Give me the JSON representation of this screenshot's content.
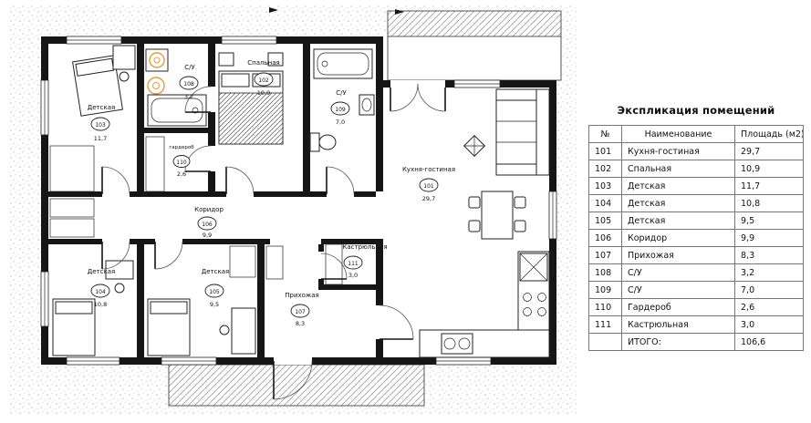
{
  "title": "Экспликация помещений",
  "table": {
    "headers": {
      "num": "№",
      "name": "Наименование",
      "area": "Площадь (м2)"
    },
    "rows": [
      {
        "num": "101",
        "name": "Кухня-гостиная",
        "area": "29,7"
      },
      {
        "num": "102",
        "name": "Спальная",
        "area": "10,9"
      },
      {
        "num": "103",
        "name": "Детская",
        "area": "11,7"
      },
      {
        "num": "104",
        "name": "Детская",
        "area": "10,8"
      },
      {
        "num": "105",
        "name": "Детская",
        "area": "9,5"
      },
      {
        "num": "106",
        "name": "Коридор",
        "area": "9,9"
      },
      {
        "num": "107",
        "name": "Прихожая",
        "area": "8,3"
      },
      {
        "num": "108",
        "name": "С/У",
        "area": "3,2"
      },
      {
        "num": "109",
        "name": "С/У",
        "area": "7,0"
      },
      {
        "num": "110",
        "name": "Гардероб",
        "area": "2,6"
      },
      {
        "num": "111",
        "name": "Кастрюльная",
        "area": "3,0"
      }
    ],
    "total": {
      "label": "ИТОГО:",
      "value": "106,6"
    }
  },
  "plan": {
    "rooms": [
      {
        "num": "101",
        "name": "Кухня-гостиная",
        "area": "29,7"
      },
      {
        "num": "102",
        "name": "Спальная",
        "area": "10,9"
      },
      {
        "num": "103",
        "name": "Детская",
        "area": "11,7"
      },
      {
        "num": "104",
        "name": "Детская",
        "area": "10,8"
      },
      {
        "num": "105",
        "name": "Детская",
        "area": "9,5"
      },
      {
        "num": "106",
        "name": "Коридор",
        "area": "9,9"
      },
      {
        "num": "107",
        "name": "Прихожая",
        "area": "8,3"
      },
      {
        "num": "108",
        "name": "С/У",
        "area": "3,2"
      },
      {
        "num": "109",
        "name": "С/У",
        "area": "7,0"
      },
      {
        "num": "110",
        "name": "гардероб",
        "area": "2,6"
      },
      {
        "num": "111",
        "name": "Кастрюльная",
        "area": "3,0"
      }
    ]
  },
  "colors": {
    "wall": "#161616",
    "appliance_accent": "#e39b3d",
    "hatch": "#9b9b9b"
  }
}
